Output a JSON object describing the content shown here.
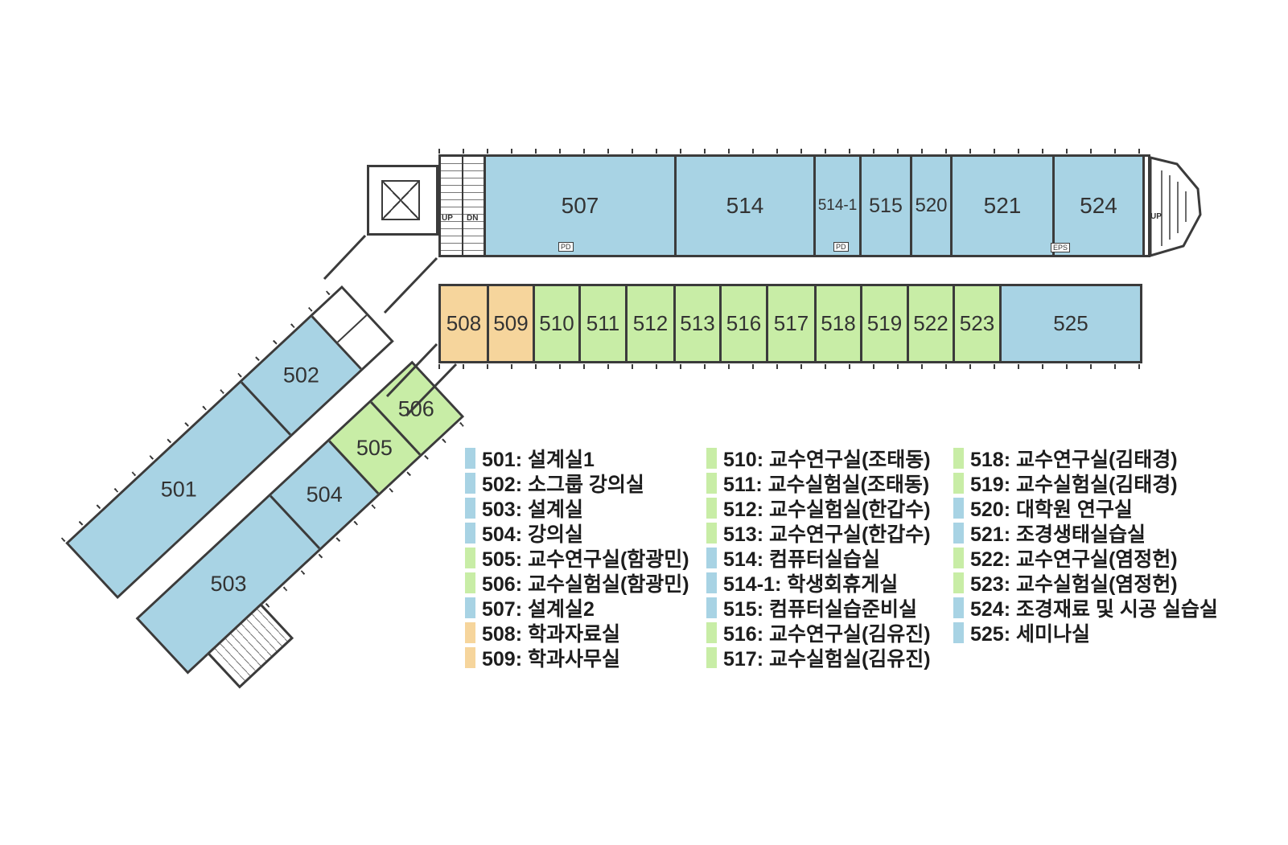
{
  "colors": {
    "blue": "#a8d3e4",
    "green": "#c8eda6",
    "orange": "#f6d59c",
    "wall": "#3b3b3b"
  },
  "plan": {
    "top_band": [
      {
        "number": "507",
        "color": "blue"
      },
      {
        "number": "514",
        "color": "blue"
      },
      {
        "number": "514-1",
        "color": "blue"
      },
      {
        "number": "515",
        "color": "blue"
      },
      {
        "number": "520",
        "color": "blue"
      },
      {
        "number": "521",
        "color": "blue"
      },
      {
        "number": "524",
        "color": "blue"
      }
    ],
    "lower_band": [
      {
        "number": "508",
        "color": "orange"
      },
      {
        "number": "509",
        "color": "orange"
      },
      {
        "number": "510",
        "color": "green"
      },
      {
        "number": "511",
        "color": "green"
      },
      {
        "number": "512",
        "color": "green"
      },
      {
        "number": "513",
        "color": "green"
      },
      {
        "number": "516",
        "color": "green"
      },
      {
        "number": "517",
        "color": "green"
      },
      {
        "number": "518",
        "color": "green"
      },
      {
        "number": "519",
        "color": "green"
      },
      {
        "number": "522",
        "color": "green"
      },
      {
        "number": "523",
        "color": "green"
      },
      {
        "number": "525",
        "color": "blue"
      }
    ],
    "wing_band_a": [
      {
        "number": "501",
        "color": "blue"
      },
      {
        "number": "502",
        "color": "blue"
      }
    ],
    "wing_band_b": [
      {
        "number": "503",
        "color": "blue"
      },
      {
        "number": "504",
        "color": "blue"
      },
      {
        "number": "505",
        "color": "green"
      },
      {
        "number": "506",
        "color": "green"
      }
    ],
    "annotations": {
      "up": "UP",
      "dn": "DN",
      "eps": "EPS",
      "pd": "PD"
    }
  },
  "legend": {
    "columns": [
      {
        "items": [
          {
            "text": "501: 설계실1",
            "color": "blue"
          },
          {
            "text": "502: 소그룹 강의실",
            "color": "blue"
          },
          {
            "text": "503: 설계실",
            "color": "blue"
          },
          {
            "text": "504: 강의실",
            "color": "blue"
          },
          {
            "text": "505: 교수연구실(함광민)",
            "color": "green"
          },
          {
            "text": "506: 교수실험실(함광민)",
            "color": "green"
          },
          {
            "text": "507: 설계실2",
            "color": "blue"
          },
          {
            "text": "508: 학과자료실",
            "color": "orange"
          },
          {
            "text": "509: 학과사무실",
            "color": "orange"
          }
        ]
      },
      {
        "items": [
          {
            "text": "510: 교수연구실(조태동)",
            "color": "green"
          },
          {
            "text": "511: 교수실험실(조태동)",
            "color": "green"
          },
          {
            "text": "512: 교수실험실(한갑수)",
            "color": "green"
          },
          {
            "text": "513: 교수연구실(한갑수)",
            "color": "green"
          },
          {
            "text": "514: 컴퓨터실습실",
            "color": "blue"
          },
          {
            "text": "514-1: 학생회휴게실",
            "color": "blue"
          },
          {
            "text": "515: 컴퓨터실습준비실",
            "color": "blue"
          },
          {
            "text": "516: 교수연구실(김유진)",
            "color": "green"
          },
          {
            "text": "517: 교수실험실(김유진)",
            "color": "green"
          }
        ]
      },
      {
        "items": [
          {
            "text": "518: 교수연구실(김태경)",
            "color": "green"
          },
          {
            "text": "519: 교수실험실(김태경)",
            "color": "green"
          },
          {
            "text": "520: 대학원 연구실",
            "color": "blue"
          },
          {
            "text": "521: 조경생태실습실",
            "color": "blue"
          },
          {
            "text": "522: 교수연구실(염정헌)",
            "color": "green"
          },
          {
            "text": "523: 교수실험실(염정헌)",
            "color": "green"
          },
          {
            "text": "524: 조경재료 및 시공 실습실",
            "color": "blue"
          },
          {
            "text": "525: 세미나실",
            "color": "blue"
          }
        ]
      }
    ]
  }
}
